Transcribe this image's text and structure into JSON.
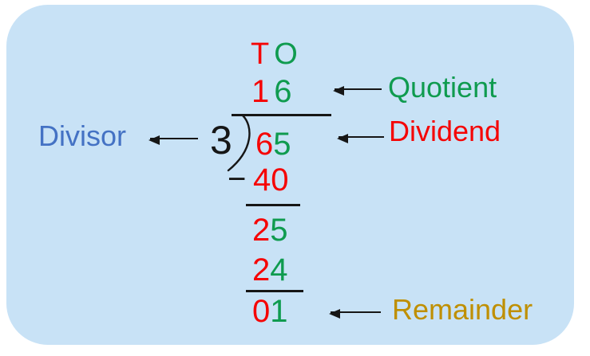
{
  "colors": {
    "card_background": "#C8E2F6",
    "red": "#F50505",
    "green": "#0F9B4F",
    "blue": "#4472C4",
    "gold": "#BF8F00",
    "ink": "#161616"
  },
  "place_values": {
    "tens": "T",
    "ones": "O"
  },
  "quotient": {
    "tens": "1",
    "ones": "6"
  },
  "divisor": "3",
  "dividend": {
    "tens": "6",
    "ones": "5"
  },
  "work": {
    "minus_sign": "−",
    "subtract": {
      "tens": "4",
      "ones": "0"
    },
    "difference": {
      "tens": "2",
      "ones": "5"
    },
    "subtract2": {
      "tens": "2",
      "ones": "4"
    },
    "remainder": {
      "tens": "0",
      "ones": "1"
    }
  },
  "labels": {
    "divisor": "Divisor",
    "quotient": "Quotient",
    "dividend": "Dividend",
    "remainder": "Remainder"
  }
}
